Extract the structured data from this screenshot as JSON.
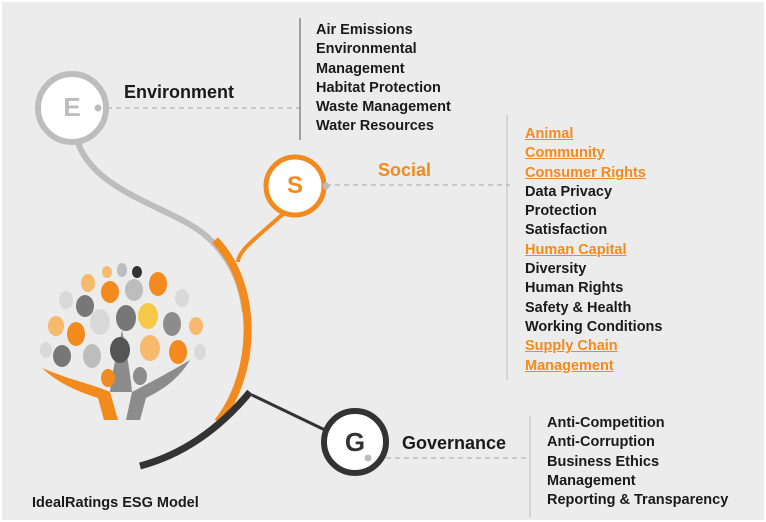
{
  "colors": {
    "orange": "#f28a1e",
    "gray": "#bdbdbd",
    "dark": "#333333",
    "panel": "#ececec"
  },
  "environment": {
    "letter": "E",
    "title": "Environment",
    "items": [
      {
        "label": "Air Emissions",
        "highlight": false
      },
      {
        "label": "Environmental",
        "highlight": false
      },
      {
        "label": "Management",
        "highlight": false
      },
      {
        "label": "Habitat Protection",
        "highlight": false
      },
      {
        "label": "Waste Management",
        "highlight": false
      },
      {
        "label": "Water Resources",
        "highlight": false
      }
    ]
  },
  "social": {
    "letter": "S",
    "title": "Social",
    "items": [
      {
        "label": "Animal",
        "highlight": true
      },
      {
        "label": "Community",
        "highlight": true
      },
      {
        "label": "Consumer Rights",
        "highlight": true
      },
      {
        "label": "Data Privacy",
        "highlight": false
      },
      {
        "label": "Protection",
        "highlight": false
      },
      {
        "label": "Satisfaction",
        "highlight": false
      },
      {
        "label": "Human Capital",
        "highlight": true
      },
      {
        "label": "Diversity",
        "highlight": false
      },
      {
        "label": "Human Rights",
        "highlight": false
      },
      {
        "label": "Safety & Health",
        "highlight": false
      },
      {
        "label": "Working Conditions",
        "highlight": false
      },
      {
        "label": "Supply Chain",
        "highlight": true
      },
      {
        "label": "Management",
        "highlight": true
      }
    ]
  },
  "governance": {
    "letter": "G",
    "title": "Governance",
    "items": [
      {
        "label": "Anti-Competition",
        "highlight": false
      },
      {
        "label": "Anti-Corruption",
        "highlight": false
      },
      {
        "label": "Business Ethics",
        "highlight": false
      },
      {
        "label": "Management",
        "highlight": false
      },
      {
        "label": "Reporting & Transparency",
        "highlight": false
      }
    ]
  },
  "caption": "IdealRatings ESG Model",
  "logo_icon": "tree-hands-icon"
}
